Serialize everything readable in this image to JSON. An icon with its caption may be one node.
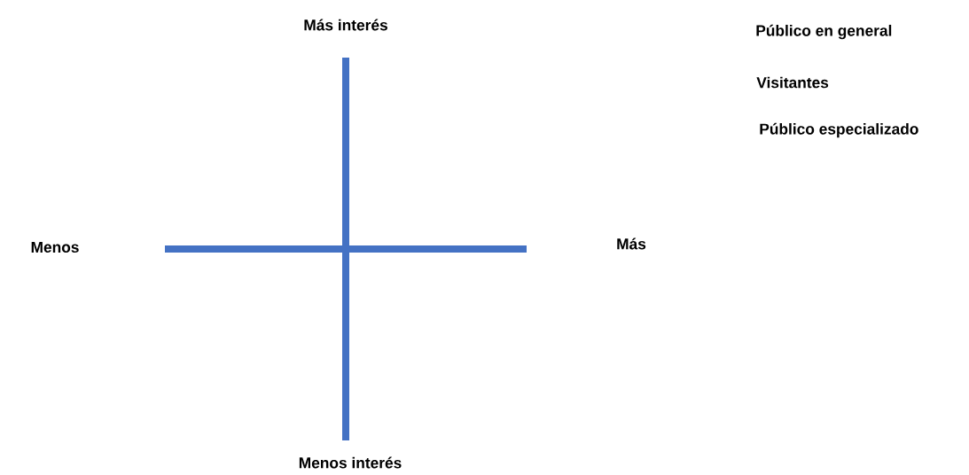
{
  "diagram": {
    "labels": [
      "Más interés",
      "Público en general",
      "Visitantes",
      "Público especializado",
      "Menos",
      "Más",
      "Menos interés"
    ]
  }
}
